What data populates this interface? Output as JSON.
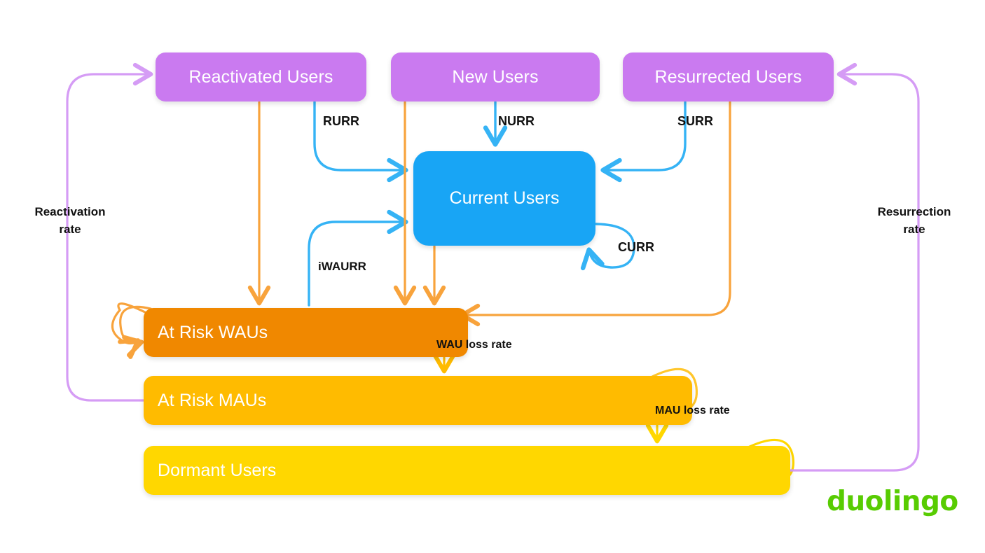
{
  "diagram": {
    "title": "Duolingo user state flow diagram",
    "brand": {
      "logo_text": "duolingo",
      "logo_color": "#58cc02"
    },
    "colors": {
      "purple": "#ca7af0",
      "blue": "#18a5f5",
      "orange_dark": "#F08800",
      "orange_mid": "#FFBB00",
      "yellow": "#FFD700",
      "background": "#ffffff",
      "label_text": "#111111",
      "node_text": "#ffffff"
    },
    "nodes": [
      {
        "id": "reactivated",
        "label": "Reactivated Users",
        "color": "#ca7af0",
        "align": "center"
      },
      {
        "id": "new",
        "label": "New Users",
        "color": "#ca7af0",
        "align": "center"
      },
      {
        "id": "resurrected",
        "label": "Resurrected Users",
        "color": "#ca7af0",
        "align": "center"
      },
      {
        "id": "current",
        "label": "Current Users",
        "color": "#18a5f5",
        "align": "center"
      },
      {
        "id": "at-risk-wau",
        "label": "At Risk WAUs",
        "color": "#F08800",
        "align": "left"
      },
      {
        "id": "at-risk-mau",
        "label": "At Risk MAUs",
        "color": "#FFBB00",
        "align": "left"
      },
      {
        "id": "dormant",
        "label": "Dormant Users",
        "color": "#FFD700",
        "align": "left"
      }
    ],
    "edge_labels": {
      "rurr": "RURR",
      "nurr": "NURR",
      "surr": "SURR",
      "curr": "CURR",
      "iwaurr": "iWAURR",
      "wau_loss_rate": "WAU loss rate",
      "mau_loss_rate": "MAU loss rate",
      "reactivation_rate": "Reactivation\nrate",
      "resurrection_rate": "Resurrection\nrate"
    },
    "edges": [
      {
        "from": "reactivated",
        "to": "current",
        "label": "RURR",
        "color": "#18a5f5"
      },
      {
        "from": "new",
        "to": "current",
        "label": "NURR",
        "color": "#18a5f5"
      },
      {
        "from": "resurrected",
        "to": "current",
        "label": "SURR",
        "color": "#18a5f5"
      },
      {
        "from": "current",
        "to": "current",
        "label": "CURR",
        "color": "#18a5f5"
      },
      {
        "from": "at-risk-wau",
        "to": "current",
        "label": "iWAURR",
        "color": "#18a5f5"
      },
      {
        "from": "reactivated",
        "to": "at-risk-wau",
        "label": "",
        "color": "#F8A33C"
      },
      {
        "from": "new",
        "to": "at-risk-wau",
        "label": "",
        "color": "#F8A33C"
      },
      {
        "from": "current",
        "to": "at-risk-wau",
        "label": "",
        "color": "#F8A33C"
      },
      {
        "from": "resurrected",
        "to": "at-risk-wau",
        "label": "",
        "color": "#F8A33C"
      },
      {
        "from": "at-risk-wau",
        "to": "at-risk-wau",
        "label": "",
        "color": "#F8A33C"
      },
      {
        "from": "at-risk-wau",
        "to": "at-risk-mau",
        "label": "WAU loss rate",
        "color": "#FFBB00"
      },
      {
        "from": "at-risk-mau",
        "to": "at-risk-mau",
        "label": "",
        "color": "#FFC62B"
      },
      {
        "from": "at-risk-mau",
        "to": "dormant",
        "label": "MAU loss rate",
        "color": "#FFD700"
      },
      {
        "from": "dormant",
        "to": "dormant",
        "label": "",
        "color": "#FFD700"
      },
      {
        "from": "at-risk-mau",
        "to": "reactivated",
        "label": "Reactivation rate",
        "color": "#d59cf5"
      },
      {
        "from": "dormant",
        "to": "resurrected",
        "label": "Resurrection rate",
        "color": "#d59cf5"
      }
    ]
  }
}
